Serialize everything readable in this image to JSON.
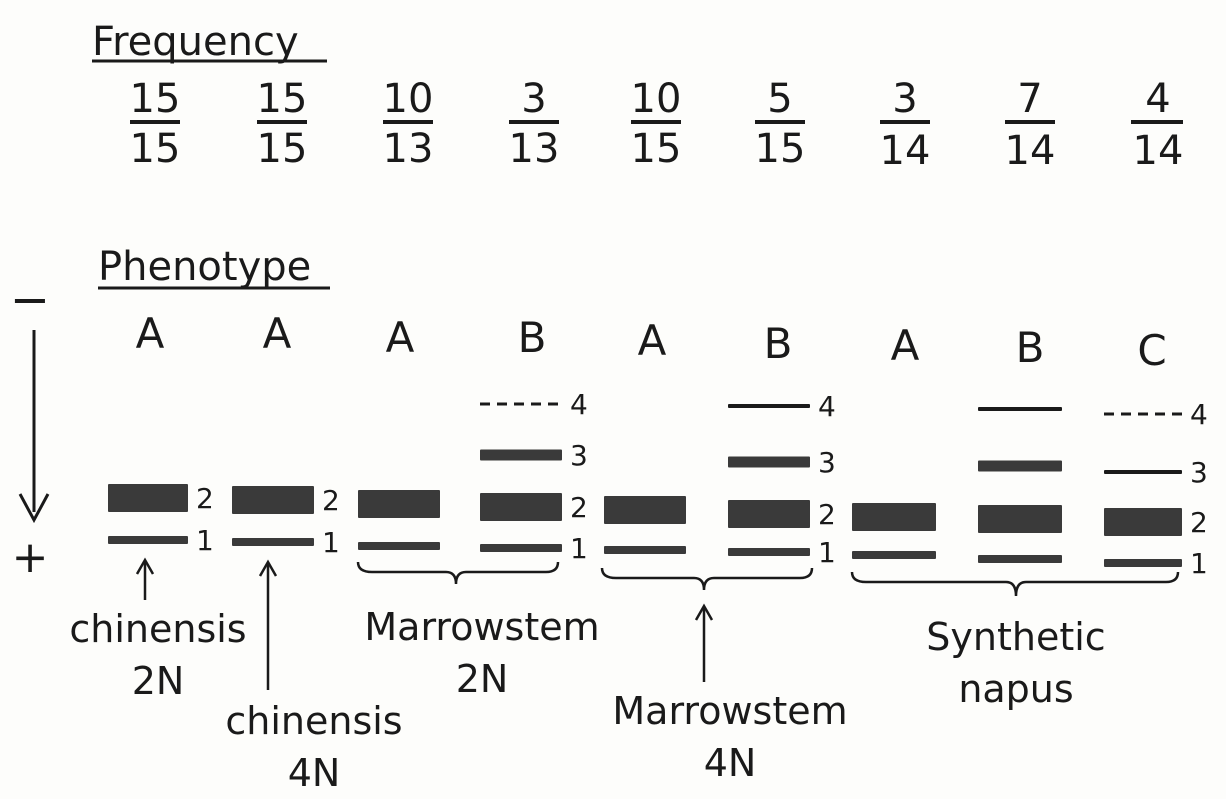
{
  "headings": {
    "frequency": "Frequency",
    "phenotype": "Phenotype"
  },
  "polarity": {
    "negative": "−",
    "positive": "+"
  },
  "lanes": [
    {
      "numerator": "15",
      "denominator": "15",
      "phenotype": "A",
      "bands": [
        {
          "id": "2",
          "label": "2",
          "style": "thick"
        },
        {
          "id": "1",
          "label": "1",
          "style": "thin"
        }
      ]
    },
    {
      "numerator": "15",
      "denominator": "15",
      "phenotype": "A",
      "bands": [
        {
          "id": "2",
          "label": "2",
          "style": "thick"
        },
        {
          "id": "1",
          "label": "1",
          "style": "thin"
        }
      ]
    },
    {
      "numerator": "10",
      "denominator": "13",
      "phenotype": "A",
      "bands": [
        {
          "id": "2",
          "label": "",
          "style": "thick"
        },
        {
          "id": "1",
          "label": "",
          "style": "thin"
        }
      ]
    },
    {
      "numerator": "3",
      "denominator": "13",
      "phenotype": "B",
      "bands": [
        {
          "id": "4",
          "label": "4",
          "style": "dashed"
        },
        {
          "id": "3",
          "label": "3",
          "style": "medium"
        },
        {
          "id": "2",
          "label": "2",
          "style": "thick"
        },
        {
          "id": "1",
          "label": "1",
          "style": "thin"
        }
      ]
    },
    {
      "numerator": "10",
      "denominator": "15",
      "phenotype": "A",
      "bands": [
        {
          "id": "2",
          "label": "",
          "style": "thick"
        },
        {
          "id": "1",
          "label": "",
          "style": "thin"
        }
      ]
    },
    {
      "numerator": "5",
      "denominator": "15",
      "phenotype": "B",
      "bands": [
        {
          "id": "4",
          "label": "4",
          "style": "line"
        },
        {
          "id": "3",
          "label": "3",
          "style": "medium"
        },
        {
          "id": "2",
          "label": "2",
          "style": "thick"
        },
        {
          "id": "1",
          "label": "1",
          "style": "thin"
        }
      ]
    },
    {
      "numerator": "3",
      "denominator": "14",
      "phenotype": "A",
      "bands": [
        {
          "id": "2",
          "label": "",
          "style": "thick"
        },
        {
          "id": "1",
          "label": "",
          "style": "thin"
        }
      ]
    },
    {
      "numerator": "7",
      "denominator": "14",
      "phenotype": "B",
      "bands": [
        {
          "id": "4",
          "label": "",
          "style": "line"
        },
        {
          "id": "3",
          "label": "",
          "style": "medium"
        },
        {
          "id": "2",
          "label": "",
          "style": "thick"
        },
        {
          "id": "1",
          "label": "",
          "style": "thin"
        }
      ]
    },
    {
      "numerator": "4",
      "denominator": "14",
      "phenotype": "C",
      "bands": [
        {
          "id": "4",
          "label": "4",
          "style": "dashed"
        },
        {
          "id": "3",
          "label": "3",
          "style": "line"
        },
        {
          "id": "2",
          "label": "2",
          "style": "thick"
        },
        {
          "id": "1",
          "label": "1",
          "style": "thin"
        }
      ]
    }
  ],
  "groups": {
    "chinensis_2n": [
      "chinensis",
      "2N"
    ],
    "chinensis_4n": [
      "chinensis",
      "4N"
    ],
    "marrowstem_2n": [
      "Marrowstem",
      "2N"
    ],
    "marrowstem_4n": [
      "Marrowstem",
      "4N"
    ],
    "synthetic_napus": [
      "Synthetic",
      "napus"
    ]
  },
  "colors": {
    "ink": "#1a1a1a",
    "band": "#3a3a3a",
    "paper": "#fdfdfb"
  }
}
